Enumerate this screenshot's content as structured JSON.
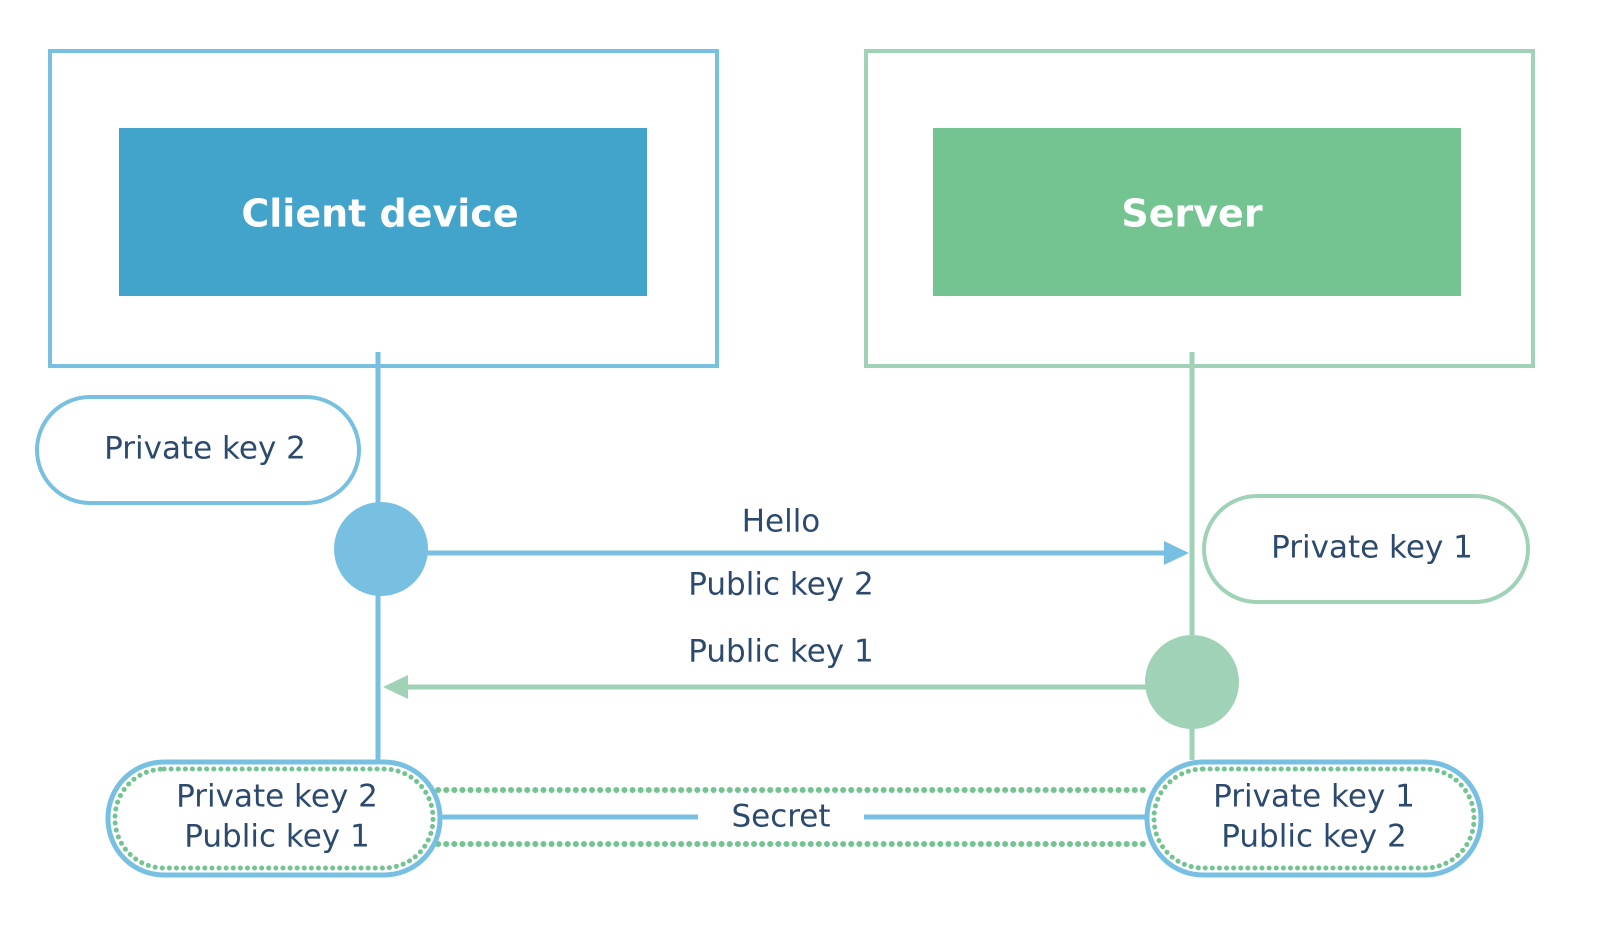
{
  "colors": {
    "client": "#42a3cb",
    "client_light": "#78c0e2",
    "server": "#74c492",
    "server_light": "#9fd2b6",
    "text": "#2c4a6e",
    "background": "#ffffff"
  },
  "client": {
    "title": "Client device",
    "key_pill": "Private key 2",
    "combined_line1": "Private key 2",
    "combined_line2": "Public key 1"
  },
  "server": {
    "title": "Server",
    "key_pill": "Private key 1",
    "combined_line1": "Private key 1",
    "combined_line2": "Public key 2"
  },
  "messages": {
    "hello": "Hello",
    "client_public": "Public key 2",
    "server_public": "Public key 1",
    "secret": "Secret"
  }
}
